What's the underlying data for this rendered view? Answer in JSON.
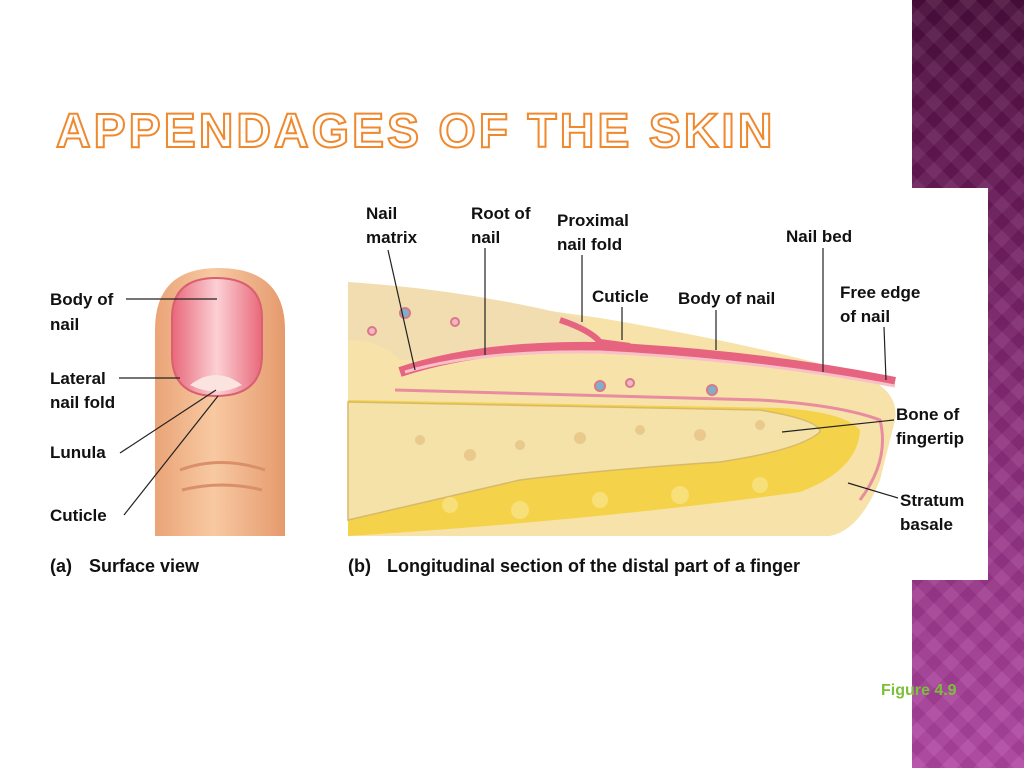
{
  "slide": {
    "title": "Appendages of the Skin",
    "figure_ref": "Figure 4.9"
  },
  "panel_a": {
    "labels": {
      "body_of_nail_1": "Body of",
      "body_of_nail_2": "nail",
      "lateral_nail_fold_1": "Lateral",
      "lateral_nail_fold_2": "nail fold",
      "lunula": "Lunula",
      "cuticle": "Cuticle"
    },
    "caption_letter": "(a)",
    "caption": "Surface view"
  },
  "panel_b": {
    "labels": {
      "nail_matrix_1": "Nail",
      "nail_matrix_2": "matrix",
      "root_of_nail_1": "Root of",
      "root_of_nail_2": "nail",
      "proximal_nail_fold_1": "Proximal",
      "proximal_nail_fold_2": "nail fold",
      "nail_bed": "Nail bed",
      "cuticle": "Cuticle",
      "body_of_nail": "Body of nail",
      "free_edge_1": "Free edge",
      "free_edge_2": "of nail",
      "bone_1": "Bone of",
      "bone_2": "fingertip",
      "stratum_1": "Stratum",
      "stratum_2": "basale"
    },
    "caption_letter": "(b)",
    "caption": "Longitudinal section of the distal part of a finger"
  },
  "colors": {
    "title_outline": "#f0892e",
    "figure_ref": "#7cbf3a",
    "sidebar": "#8a2c7a"
  }
}
